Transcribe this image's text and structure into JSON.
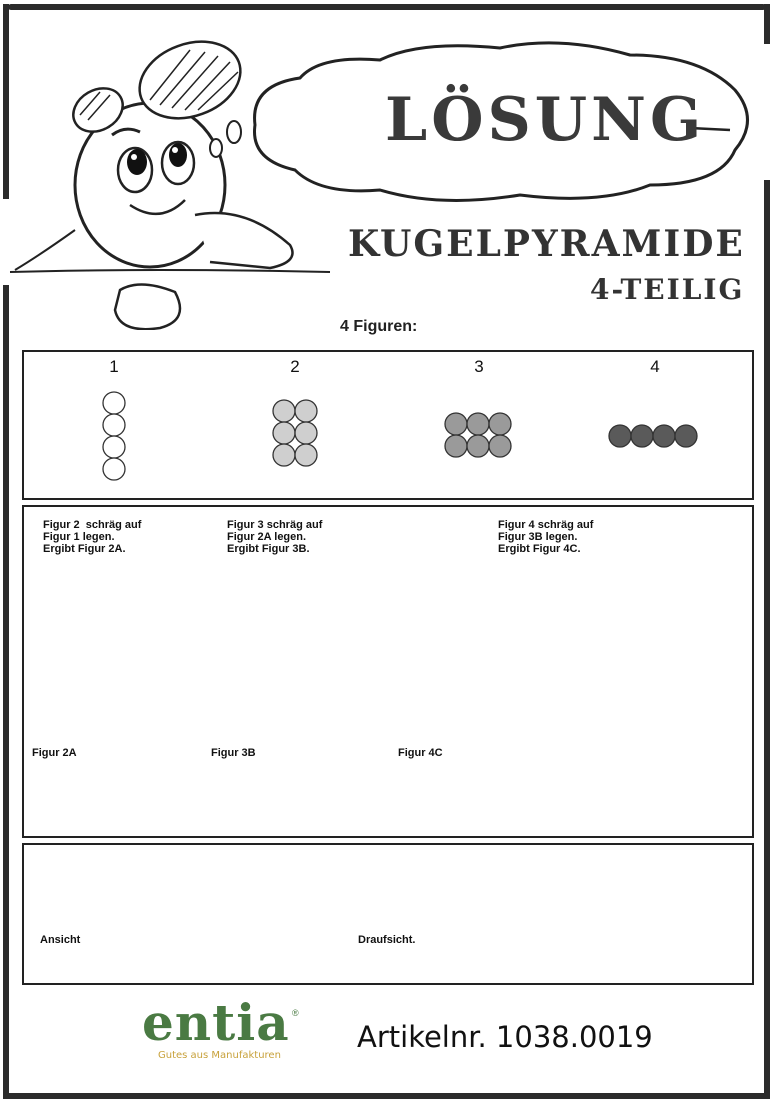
{
  "header": {
    "title": "LÖSUNG",
    "product": "KUGELPYRAMIDE",
    "variant": "4-TEILIG"
  },
  "figures": {
    "heading": "4 Figuren:",
    "numbers": [
      "1",
      "2",
      "3",
      "4"
    ]
  },
  "steps": {
    "instructions": [
      "Figur 2  schräg auf\nFigur 1 legen.\nErgibt Figur 2A.",
      "Figur 3 schräg auf\nFigur 2A legen.\nErgibt Figur 3B.",
      "Figur 4 schräg auf\nFigur 3B legen.\nErgibt Figur 4C."
    ],
    "results": [
      "Figur 2A",
      "Figur 3B",
      "Figur 4C"
    ]
  },
  "views": {
    "front_label": "Ansicht",
    "top_label": "Draufsicht."
  },
  "footer": {
    "brand": "entia",
    "brand_mark": "®",
    "tagline": "Gutes aus Manufakturen",
    "article": "Artikelnr. 1038.0019"
  },
  "colors": {
    "white_ball": "#ffffff",
    "light_ball": "#cfcfcf",
    "mid_ball": "#9a9a9a",
    "dark_ball": "#5a5a5a",
    "arrow": "#d9342b",
    "brand_green": "#4a7a43",
    "brand_gold": "#c8a23c"
  }
}
